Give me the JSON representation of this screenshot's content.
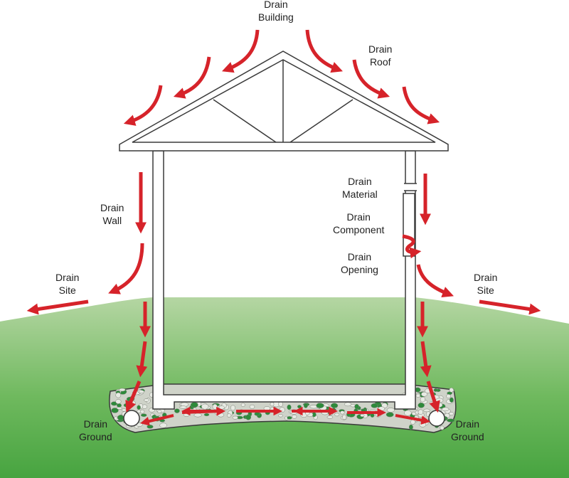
{
  "colors": {
    "arrow": "#d6232a",
    "outline": "#3a3a3a",
    "ground_top": "#b5d6a3",
    "ground_bottom": "#47a440",
    "gravel_base": "#cfd3c9",
    "gravel_stone": "#e7eae3",
    "gravel_moss": "#2e8a3b",
    "text": "#222222"
  },
  "labels": {
    "drain_building": {
      "line1": "Drain",
      "line2": "Building"
    },
    "drain_roof": {
      "line1": "Drain",
      "line2": "Roof"
    },
    "drain_wall": {
      "line1": "Drain",
      "line2": "Wall"
    },
    "drain_material": {
      "line1": "Drain",
      "line2": "Material"
    },
    "drain_component": {
      "line1": "Drain",
      "line2": "Component"
    },
    "drain_opening": {
      "line1": "Drain",
      "line2": "Opening"
    },
    "drain_site_left": {
      "line1": "Drain",
      "line2": "Site"
    },
    "drain_site_right": {
      "line1": "Drain",
      "line2": "Site"
    },
    "drain_ground_left": {
      "line1": "Drain",
      "line2": "Ground"
    },
    "drain_ground_right": {
      "line1": "Drain",
      "line2": "Ground"
    }
  }
}
